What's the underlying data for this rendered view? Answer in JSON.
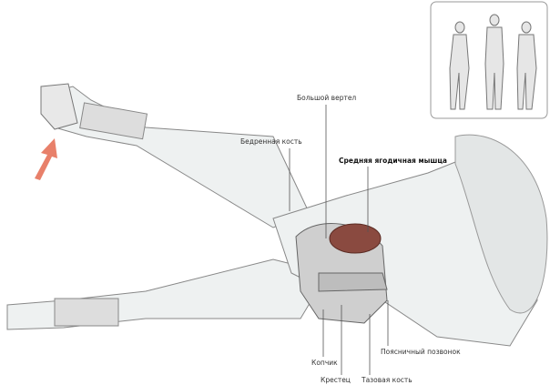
{
  "labels": {
    "greater_trochanter": "Большой вертел",
    "femur": "Бедренная кость",
    "gluteus_medius": "Средняя ягодичная мышца",
    "coccyx": "Копчик",
    "sacrum": "Крестец",
    "pelvic_bone": "Тазовая кость",
    "lumbar_vertebra": "Поясничный позвонок"
  },
  "colors": {
    "arrow": "#e8806a",
    "muscle": "#8a4a40",
    "line": "#555555"
  }
}
